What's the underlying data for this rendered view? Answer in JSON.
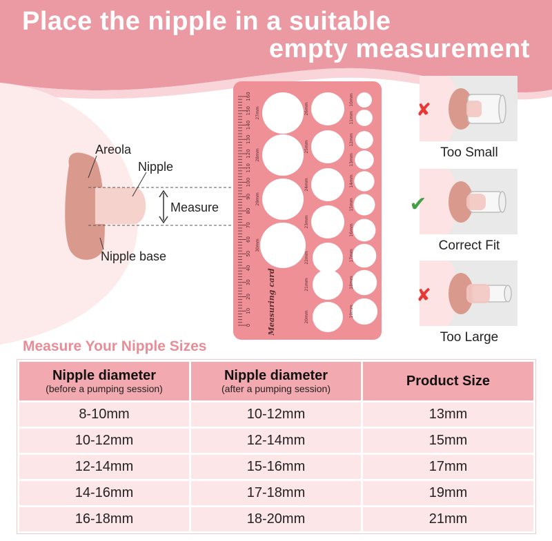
{
  "headline": {
    "line1": "Place the nipple in a suitable",
    "line2": "empty measurement"
  },
  "diagram_labels": {
    "areola": "Areola",
    "nipple": "Nipple",
    "measure": "Measure",
    "nipple_base": "Nipple base"
  },
  "card": {
    "title": "Measuring card",
    "ruler_ticks": [
      "160",
      "150",
      "140",
      "130",
      "120",
      "110",
      "100",
      "90",
      "80",
      "70",
      "60",
      "50",
      "40",
      "30",
      "20",
      "10",
      "0"
    ],
    "big_holes": [
      "27mm",
      "28mm",
      "29mm",
      "30mm"
    ],
    "mid_holes": [
      "26mm",
      "25mm",
      "24mm",
      "23mm",
      "22mm",
      "21mm",
      "20mm"
    ],
    "small_holes": [
      "10mm",
      "11mm",
      "12mm",
      "13mm",
      "14mm",
      "15mm",
      "16mm",
      "17mm",
      "18mm",
      "19mm"
    ]
  },
  "fit_examples": [
    {
      "label": "Too Small",
      "status": "wrong",
      "mark": "✘",
      "mark_color": "#e53935"
    },
    {
      "label": "Correct Fit",
      "status": "right",
      "mark": "✔",
      "mark_color": "#43a047"
    },
    {
      "label": "Too Large",
      "status": "wrong",
      "mark": "✘",
      "mark_color": "#e53935"
    }
  ],
  "table": {
    "title": "Measure Your Nipple Sizes",
    "headers": [
      {
        "main": "Nipple diameter",
        "sub": "(before a pumping session)"
      },
      {
        "main": "Nipple diameter",
        "sub": "(after a pumping session)"
      },
      {
        "main": "Product Size",
        "sub": ""
      }
    ],
    "rows": [
      [
        "8-10mm",
        "10-12mm",
        "13mm"
      ],
      [
        "10-12mm",
        "12-14mm",
        "15mm"
      ],
      [
        "12-14mm",
        "15-16mm",
        "17mm"
      ],
      [
        "14-16mm",
        "17-18mm",
        "19mm"
      ],
      [
        "16-18mm",
        "18-20mm",
        "21mm"
      ]
    ]
  },
  "colors": {
    "brand_pink": "#eb9aa3",
    "card_pink": "#ef8f96",
    "header_fill": "#f3a9b0",
    "row_fill": "#fde6e8",
    "title_pink": "#e88d97",
    "skin": "#d99a8d"
  }
}
